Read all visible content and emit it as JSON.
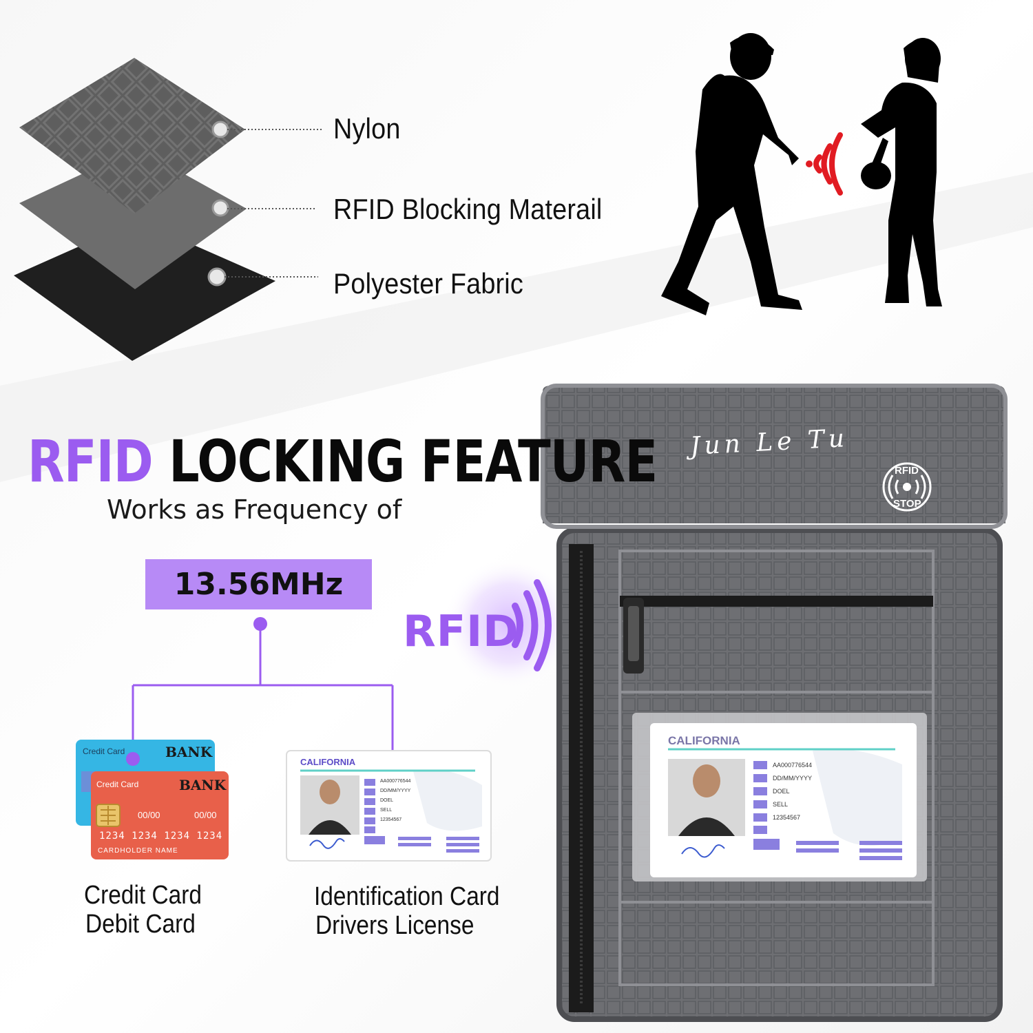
{
  "layers": {
    "nylon": "Nylon",
    "rfid_material": "RFID Blocking Materail",
    "polyester": "Polyester Fabric"
  },
  "headline": {
    "accent": "RFID",
    "rest": "LOCKING FEATURE",
    "subtitle": "Works as Frequency of",
    "frequency": "13.56MHz"
  },
  "rfid_signal_label": "RFID",
  "cards": {
    "credit_back": {
      "type": "Credit Card",
      "bank": "BANK"
    },
    "credit_front": {
      "type": "Credit Card",
      "bank": "BANK",
      "valid": "00/00",
      "expires": "00/00",
      "number": "1234 1234 1234 1234",
      "holder": "CARDHOLDER NAME"
    },
    "id_card": {
      "state": "CALIFORNIA",
      "id_number": "AA000776544",
      "dob": "DD/MM/YYYY",
      "last_name": "DOEL",
      "first_name": "SELL",
      "number": "12354567"
    }
  },
  "captions": {
    "credit_line1": "Credit Card",
    "credit_line2": "Debit Card",
    "id_line1": "Identification Card",
    "id_line2": "Drivers License"
  },
  "pouch": {
    "brand": "Jun Le Tu",
    "stamp_top": "RFID",
    "stamp_bottom": "STOP",
    "window_card": {
      "state": "CALIFORNIA",
      "id_number": "AA000776544",
      "dob": "DD/MM/YYYY",
      "last_name": "DOEL",
      "first_name": "SELL",
      "number": "12354567"
    }
  },
  "colors": {
    "accent_purple": "#9b5cf0",
    "frequency_box": "#b78af6",
    "signal_red": "#e11b22",
    "pouch_gray": "#6b6c70",
    "card_blue": "#35b6e4",
    "card_orange": "#e8604a"
  }
}
